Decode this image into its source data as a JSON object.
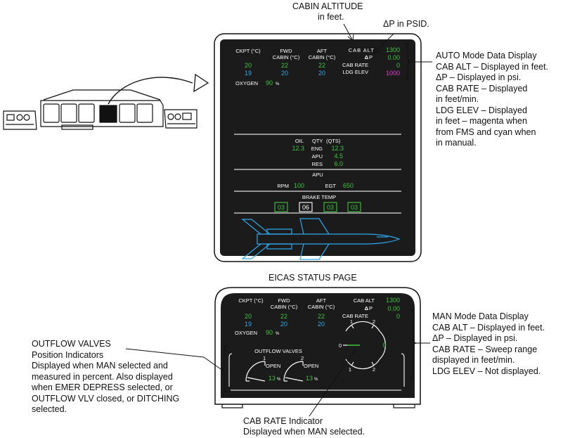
{
  "callouts": {
    "cabin_altitude": {
      "line1": "CABIN  ALTITUDE",
      "line2": "in feet."
    },
    "delta_p": {
      "symbol": "Δ",
      "text": "P  in PSID."
    },
    "auto_mode": [
      "AUTO Mode Data Display",
      "CAB ALT    – Displayed in feet.",
      "ΔP  – Displayed in psi.",
      "CAB RATE     – Displayed",
      "in feet/min.",
      "LDG ELEV    – Displayed",
      "in feet – magenta when",
      "from FMS and cyan when",
      "in manual."
    ],
    "man_mode": [
      "MAN Mode Data Display",
      "CAB ALT    – Displayed in feet.",
      "ΔP  – Displayed in psi.",
      "CAB RATE     – Sweep range",
      "displayed in feet/min.",
      "LDG ELEV     – Not displayed."
    ],
    "outflow": [
      "OUTFLOW VALVES",
      "Position Indicators",
      "Displayed when MAN selected and",
      "measured in percent. Also displayed",
      "when EMER DEPRESS selected, or",
      "OUTFLOW VLV closed, or DITCHING",
      "selected."
    ],
    "cab_rate_ind": {
      "line1": "CAB RATE Indicator",
      "line2": "Displayed when MAN selected."
    },
    "status_caption": "EICAS STATUS PAGE"
  },
  "top_display": {
    "temps": {
      "ckpt_label": "CKPT (°C)",
      "fwd_label1": "FWD",
      "fwd_label2": "CABIN (°C)",
      "aft_label1": "AFT",
      "aft_label2": "CABIN (°C)",
      "ckpt_actual": "20",
      "ckpt_set": "19",
      "fwd_actual": "22",
      "fwd_set": "20",
      "aft_actual": "22",
      "aft_set": "20"
    },
    "pressure": {
      "cab_alt_label": "CAB ALT",
      "cab_alt_value": "1300",
      "dp_symbol": "Δ",
      "dp_label": "P",
      "dp_value": "0.00",
      "cab_rate_label": "CAB RATE",
      "cab_rate_value": "0",
      "ldg_elev_label": "LDG ELEV",
      "ldg_elev_value": "1000"
    },
    "oxygen": {
      "label": "OXYGEN",
      "value": "90",
      "unit": "%"
    },
    "oil": {
      "oil_label": "OIL",
      "qty_label": "QTY",
      "qts_label": "(QTS)",
      "oil_value": "12.3",
      "eng_label": "ENG",
      "eng_value": "12.3",
      "apu_label": "APU",
      "apu_value": "4.5",
      "res_label": "RES",
      "res_value": "6.0"
    },
    "apu": {
      "title": "APU",
      "rpm_label": "RPM",
      "rpm_value": "100",
      "egt_label": "EGT",
      "egt_value": "650"
    },
    "brake": {
      "title": "BRAKE TEMP",
      "values": [
        "03",
        "06",
        "03",
        "03"
      ]
    }
  },
  "bottom_display": {
    "temps": {
      "ckpt_label": "CKPT (°C)",
      "fwd_label1": "FWD",
      "fwd_label2": "CABIN (°C)",
      "aft_label1": "AFT",
      "aft_label2": "CABIN (°C)",
      "ckpt_actual": "20",
      "ckpt_set": "19",
      "fwd_actual": "22",
      "fwd_set": "20",
      "aft_actual": "22",
      "aft_set": "20"
    },
    "pressure": {
      "cab_alt_label": "CAB ALT",
      "cab_alt_value": "1300",
      "dp_symbol": "Δ",
      "dp_label": "P",
      "dp_value": "0.00",
      "cab_rate_label": "CAB RATE",
      "cab_rate_value": "0"
    },
    "oxygen": {
      "label": "OXYGEN",
      "value": "90",
      "unit": "%"
    },
    "outflow": {
      "title": "OUTFLOW VALVES",
      "valve1_num": "1",
      "valve2_num": "2",
      "open_label": "OPEN",
      "valve1_pct": "13",
      "valve2_pct": "13",
      "pct_unit": "%"
    },
    "cab_rate_gauge": {
      "top_left": "1",
      "top_right": "2",
      "left": "0",
      "right": "0",
      "bottom_left": "1",
      "bottom_right": "2"
    }
  },
  "colors": {
    "green": "#3ec63e",
    "cyan": "#2fa8ee",
    "magenta": "#e040d0",
    "white": "#ffffff",
    "screen": "#1b1b1b"
  }
}
